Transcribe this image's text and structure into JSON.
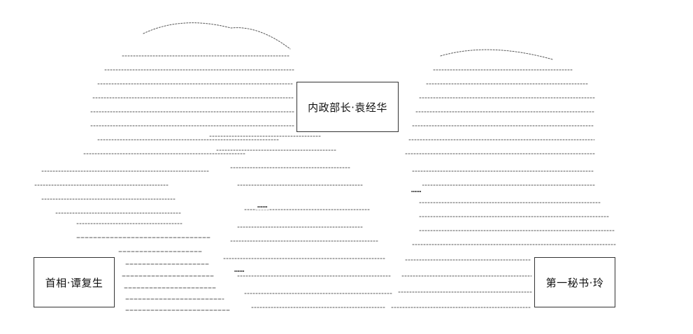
{
  "labels": {
    "internal_affairs": "内政部长·袁经华",
    "prime_minister": "首相·谭复生",
    "first_secretary": "第一秘书·玲"
  },
  "speech": {
    "bubble_1": "……",
    "bubble_2": "……",
    "bubble_3": "……"
  },
  "colors": {
    "ink": "#111111",
    "background": "#ffffff"
  }
}
